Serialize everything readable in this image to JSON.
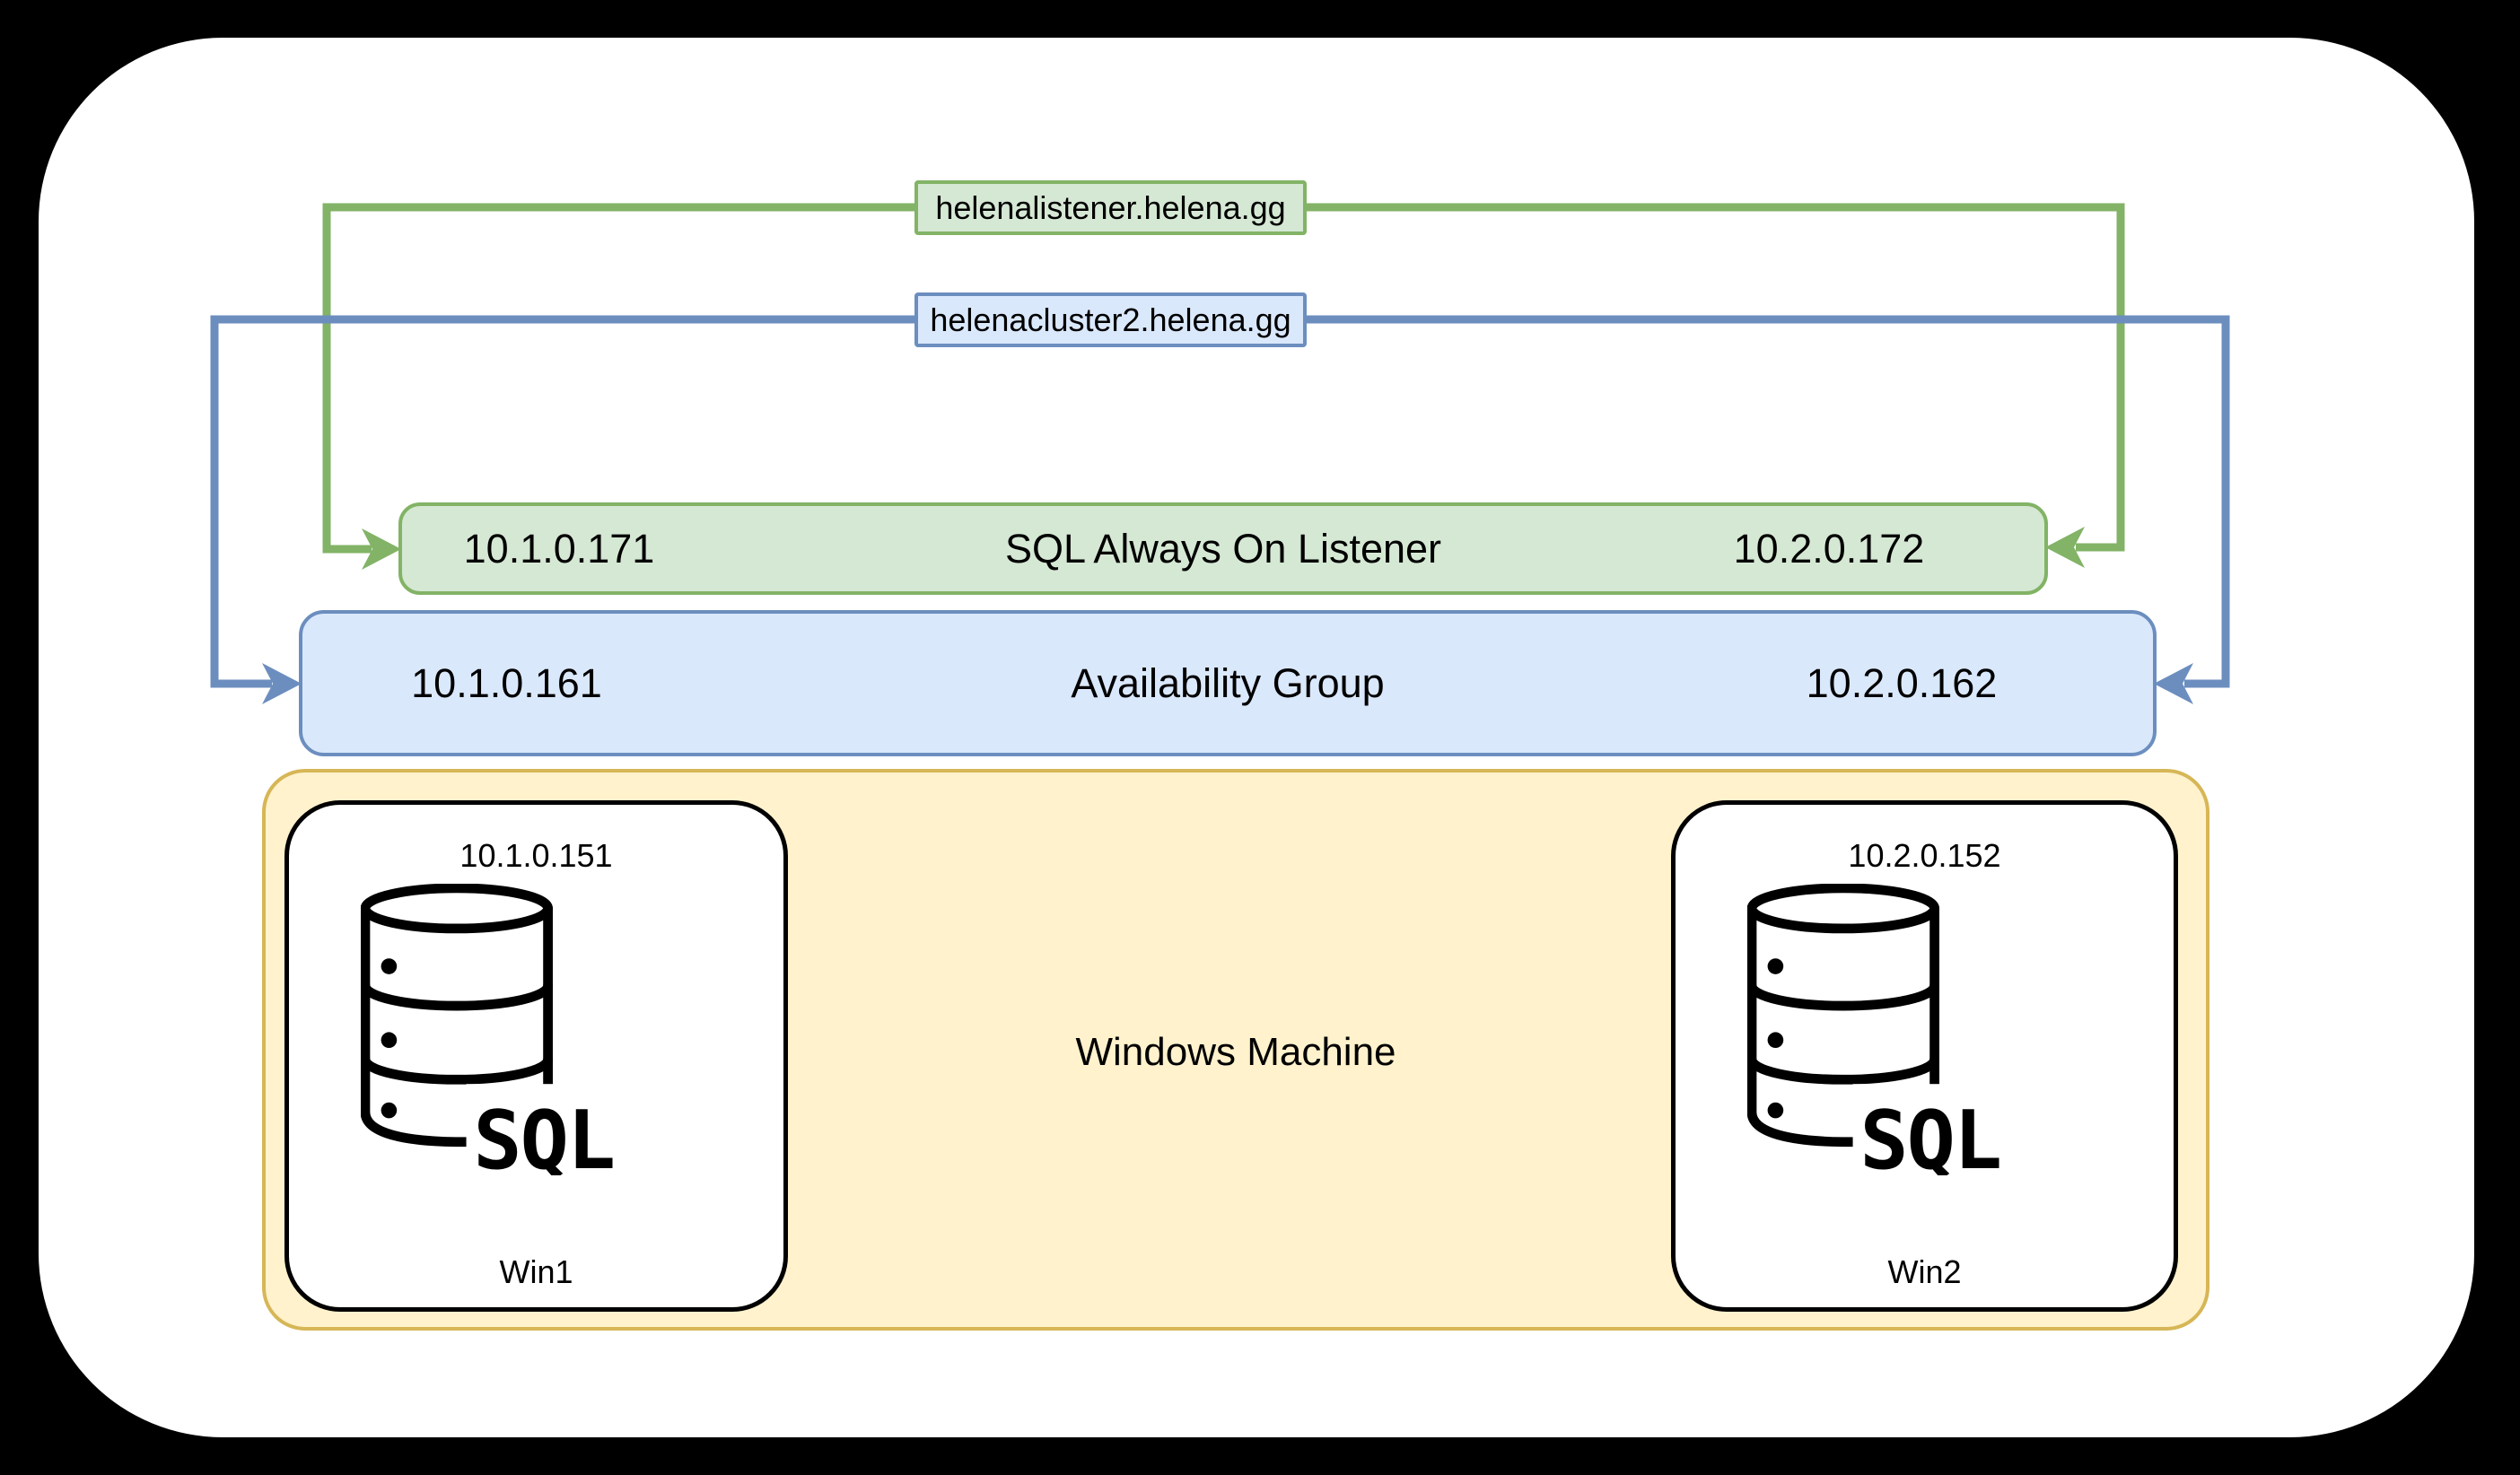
{
  "diagram": {
    "dns_labels": [
      {
        "text": "helenalistener.helena.gg",
        "role": "listener-dns"
      },
      {
        "text": "helenacluster2.helena.gg",
        "role": "cluster-dns"
      }
    ],
    "listener_bar": {
      "left_ip": "10.1.0.171",
      "title": "SQL Always On Listener",
      "right_ip": "10.2.0.172"
    },
    "availability_group_bar": {
      "left_ip": "10.1.0.161",
      "title": "Availability Group",
      "right_ip": "10.2.0.162"
    },
    "windows_container": {
      "title": "Windows Machine",
      "nodes": [
        {
          "ip": "10.1.0.151",
          "name": "Win1",
          "icon": "sql-database-icon",
          "icon_text": "SQL"
        },
        {
          "ip": "10.2.0.152",
          "name": "Win2",
          "icon": "sql-database-icon",
          "icon_text": "SQL"
        }
      ]
    },
    "colors": {
      "green_stroke": "#82b366",
      "green_fill": "#d5e8d4",
      "blue_stroke": "#6c8ebf",
      "blue_fill": "#dae8fc",
      "yellow_stroke": "#d6b656",
      "yellow_fill": "#fff2cc",
      "node_border": "#000000",
      "page_bg": "#ffffff",
      "canvas_bg": "#000000",
      "text": "#000000"
    }
  }
}
